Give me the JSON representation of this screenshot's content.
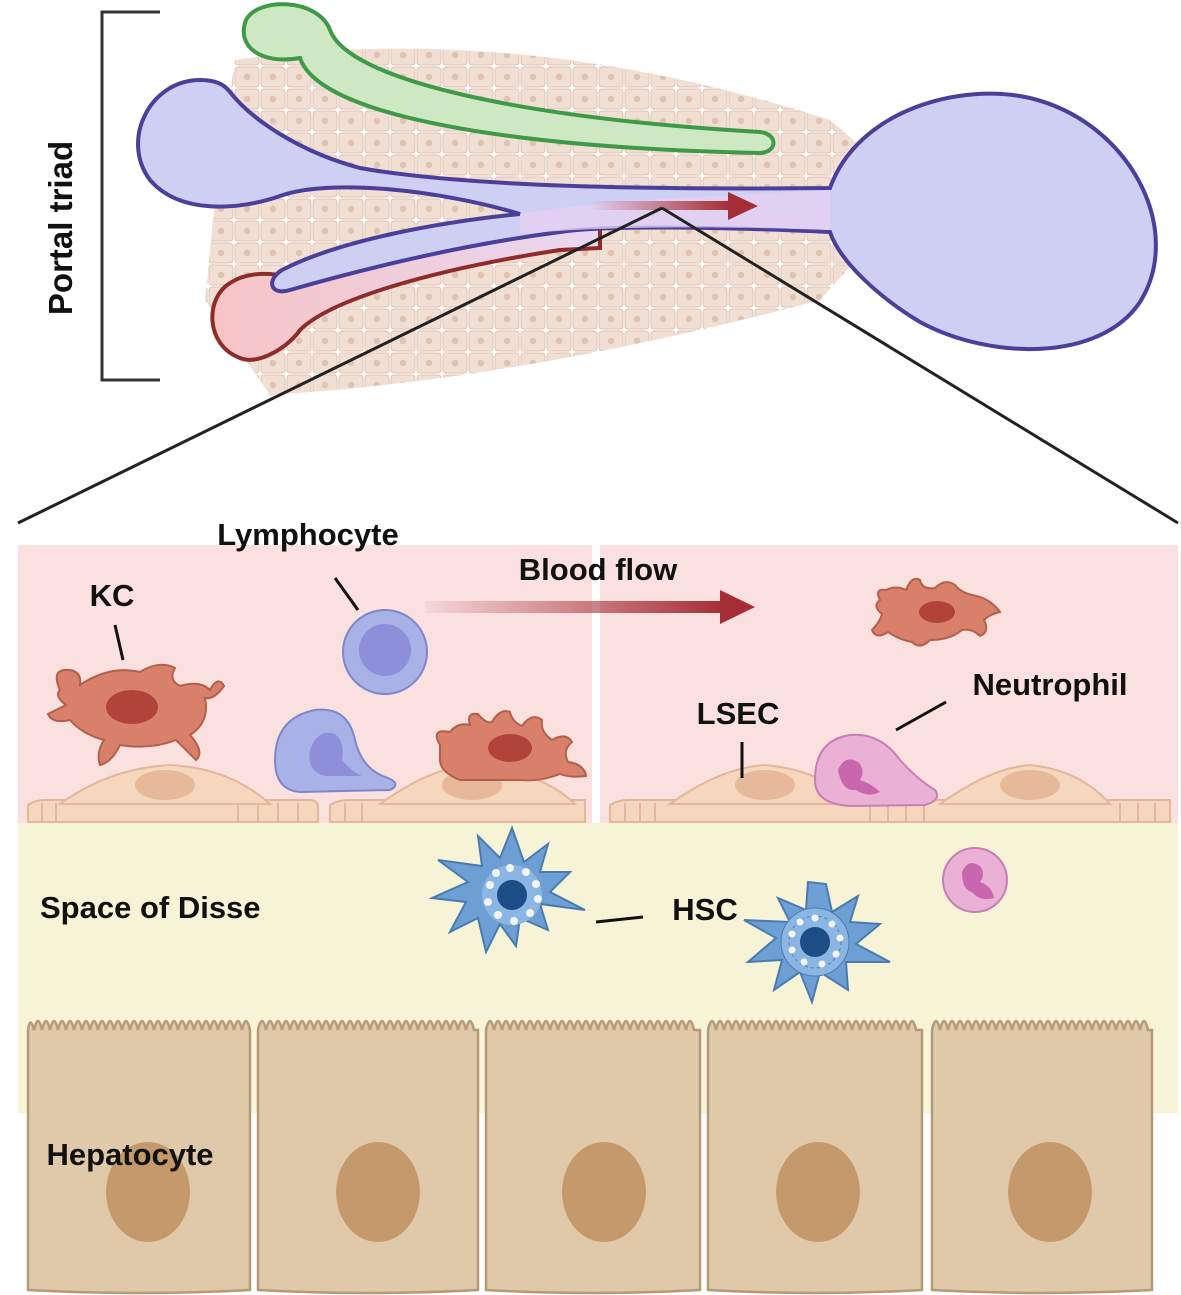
{
  "labels": {
    "portal_triad": "Portal triad",
    "lymphocyte": "Lymphocyte",
    "kc": "KC",
    "blood_flow": "Blood flow",
    "neutrophil": "Neutrophil",
    "lsec": "LSEC",
    "space_of_disse": "Space of Disse",
    "hsc": "HSC",
    "hepatocyte": "Hepatocyte"
  },
  "colors": {
    "portal_vein": "#c9cff2",
    "portal_vein_outline": "#40409a",
    "bile_duct": "#cfe8c4",
    "bile_duct_outline": "#3f9a47",
    "hepatic_artery": "#f6c4c4",
    "hepatic_artery_outline": "#8f2b2b",
    "sinusoid_lumen": "#fbe0e0",
    "space_of_disse": "#f6f3d6",
    "hepatocyte": "#e0c9a9",
    "hepatocyte_outline": "#b49a76",
    "hepatocyte_nucleus": "#c49a6c",
    "kupffer_cell": "#d9806b",
    "kupffer_nucleus": "#b0433a",
    "lymphocyte": "#a9b2e6",
    "lymphocyte_nucleus": "#8d8fd9",
    "neutrophil": "#eab0d6",
    "neutrophil_nucleus": "#c867ad",
    "stellate_cell": "#6e9fd4",
    "stellate_nucleus": "#1d4d86",
    "lsec": "#f6d6bd",
    "flow_arrow": "#a52d35"
  }
}
